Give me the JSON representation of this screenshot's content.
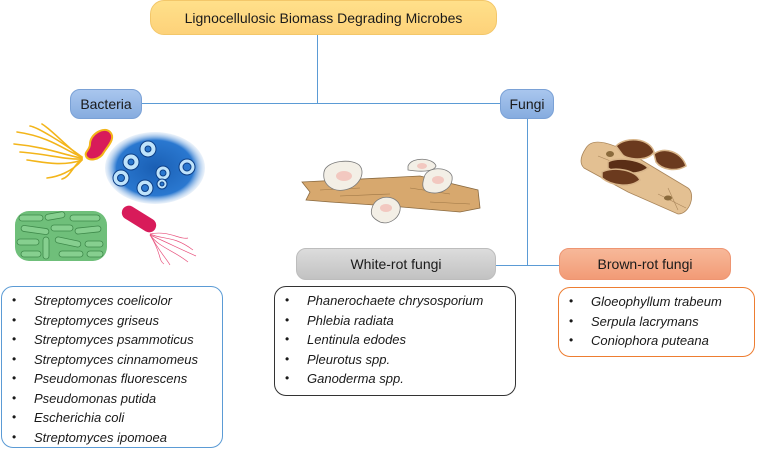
{
  "title": "Lignocellulosic Biomass Degrading Microbes",
  "branches": {
    "bacteria": {
      "label": "Bacteria",
      "species": [
        "Streptomyces coelicolor",
        "Streptomyces griseus",
        "Streptomyces psammoticus",
        "Streptomyces cinnamomeus",
        "Pseudomonas fluorescens",
        "Pseudomonas putida",
        "Escherichia coli",
        "Streptomyces ipomoea"
      ]
    },
    "fungi": {
      "label": "Fungi",
      "white_rot": {
        "label": "White-rot fungi",
        "species": [
          "Phanerochaete chrysosporium",
          "Phlebia radiata",
          "Lentinula edodes",
          "Pleurotus spp.",
          "Ganoderma spp."
        ]
      },
      "brown_rot": {
        "label": "Brown-rot fungi",
        "species": [
          "Gloeophyllum trabeum",
          "Serpula lacrymans",
          "Coniophora puteana"
        ]
      }
    }
  },
  "bullet": "•",
  "colors": {
    "root": "#fdd27a",
    "category": "#86acdf",
    "white_rot": "#c8c8c8",
    "brown_rot": "#f4a582",
    "connector": "#5b9bd5",
    "bacteria_border": "#5b9bd5",
    "white_rot_border": "#333333",
    "brown_rot_border": "#ed7d31"
  }
}
